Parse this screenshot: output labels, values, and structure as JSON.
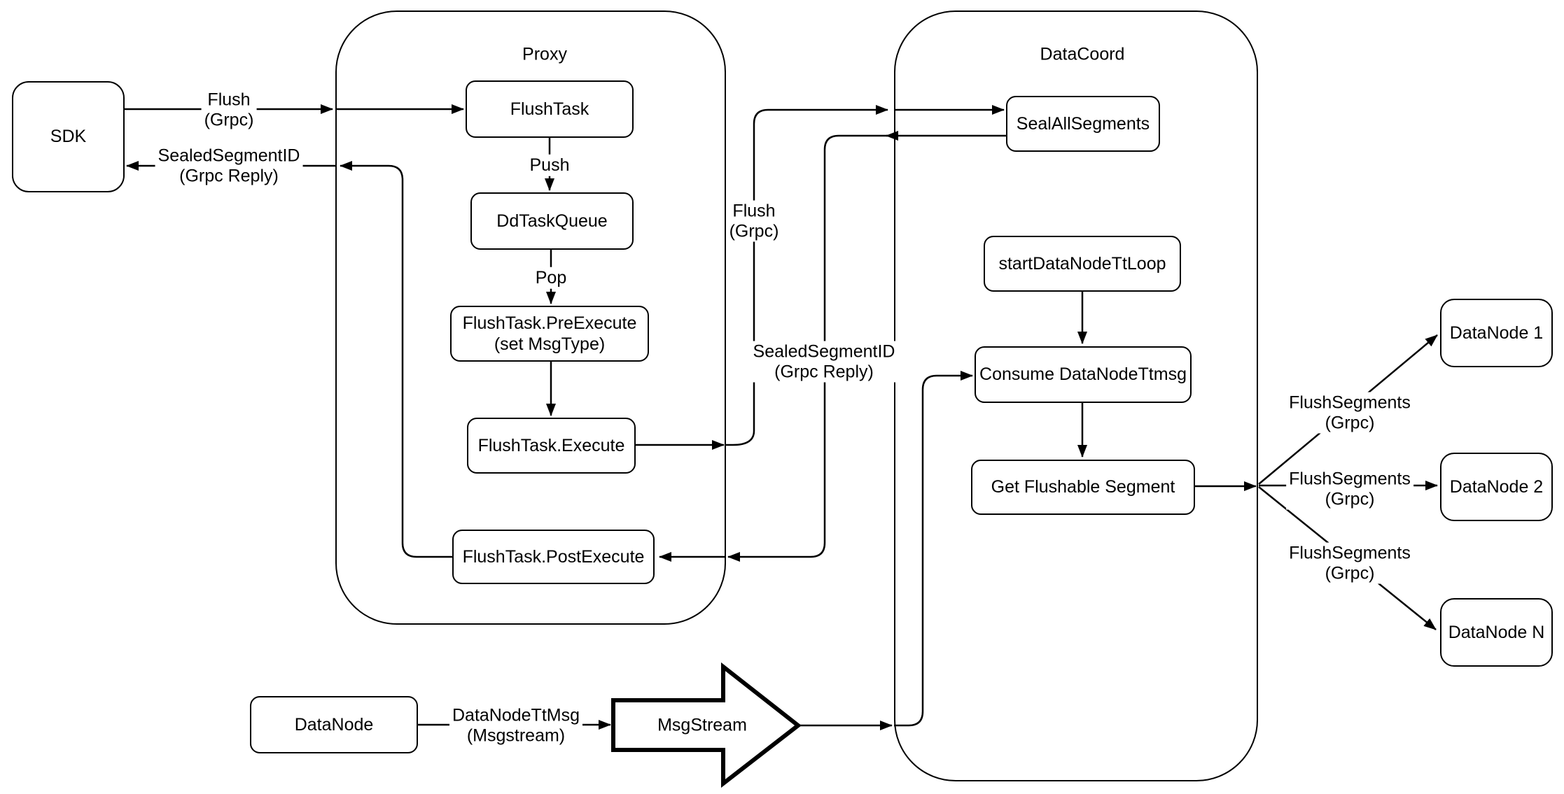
{
  "colors": {
    "stroke": "#000000",
    "background": "#ffffff",
    "text": "#000000"
  },
  "containers": {
    "proxy": {
      "label": "Proxy"
    },
    "datacoord": {
      "label": "DataCoord"
    }
  },
  "nodes": {
    "sdk": {
      "label": "SDK"
    },
    "flush_task": {
      "label": "FlushTask"
    },
    "dd_task_queue": {
      "label": "DdTaskQueue"
    },
    "pre_execute": {
      "line1": "FlushTask.PreExecute",
      "line2": "(set MsgType)"
    },
    "execute": {
      "label": "FlushTask.Execute"
    },
    "post_execute": {
      "label": "FlushTask.PostExecute"
    },
    "seal_all_segments": {
      "label": "SealAllSegments"
    },
    "start_datanode_tt_loop": {
      "label": "startDataNodeTtLoop"
    },
    "consume_datanode_ttmsg": {
      "label": "Consume DataNodeTtmsg"
    },
    "get_flushable_segment": {
      "label": "Get Flushable Segment"
    },
    "datanode_1": {
      "label": "DataNode 1"
    },
    "datanode_2": {
      "label": "DataNode 2"
    },
    "datanode_n": {
      "label": "DataNode N"
    },
    "datanode": {
      "label": "DataNode"
    },
    "msgstream": {
      "label": "MsgStream"
    }
  },
  "edge_labels": {
    "flush_sdk": {
      "line1": "Flush",
      "line2": "(Grpc)"
    },
    "sealed_sdk": {
      "line1": "SealedSegmentID",
      "line2": "(Grpc Reply)"
    },
    "push": {
      "line1": "Push"
    },
    "pop": {
      "line1": "Pop"
    },
    "flush_datacoord": {
      "line1": "Flush",
      "line2": "(Grpc)"
    },
    "sealed_datacoord": {
      "line1": "SealedSegmentID",
      "line2": "(Grpc Reply)"
    },
    "flush_segments_1": {
      "line1": "FlushSegments",
      "line2": "(Grpc)"
    },
    "flush_segments_2": {
      "line1": "FlushSegments",
      "line2": "(Grpc)"
    },
    "flush_segments_3": {
      "line1": "FlushSegments",
      "line2": "(Grpc)"
    },
    "datanode_ttmsg": {
      "line1": "DataNodeTtMsg",
      "line2": "(Msgstream)"
    }
  }
}
